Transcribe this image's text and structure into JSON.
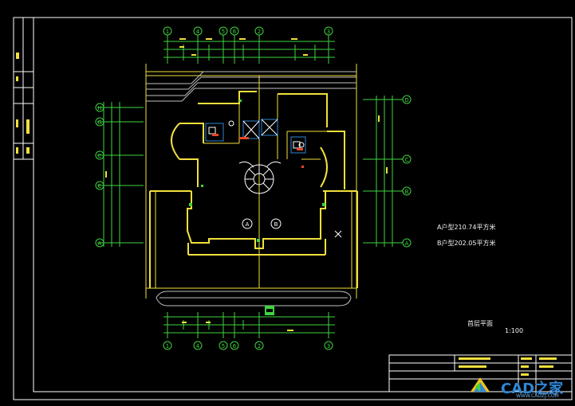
{
  "plan": {
    "area_a": "A户型210.74平方米",
    "area_b": "B户型202.05平方米",
    "plan_name": "首层平面",
    "scale": "1:100",
    "unit_a": "A",
    "unit_b": "B"
  },
  "axes": {
    "top": [
      "1",
      "4",
      "5",
      "6",
      "2",
      "3"
    ],
    "left": [
      "H",
      "G",
      "C",
      "E",
      "A"
    ],
    "right": [
      "D",
      "C",
      "B",
      "A"
    ],
    "bottom": [
      "1",
      "4",
      "5",
      "6",
      "2",
      "3"
    ]
  },
  "watermark": {
    "brand": "CAD之家",
    "url": "WWW.CADZJ.COM"
  },
  "colors": {
    "background": "#000000",
    "wall": "#f2e03c",
    "dimension": "#3fd43f",
    "frame": "#ffffff",
    "stair": "#ffffff",
    "accent_blue": "#2f86d6"
  }
}
